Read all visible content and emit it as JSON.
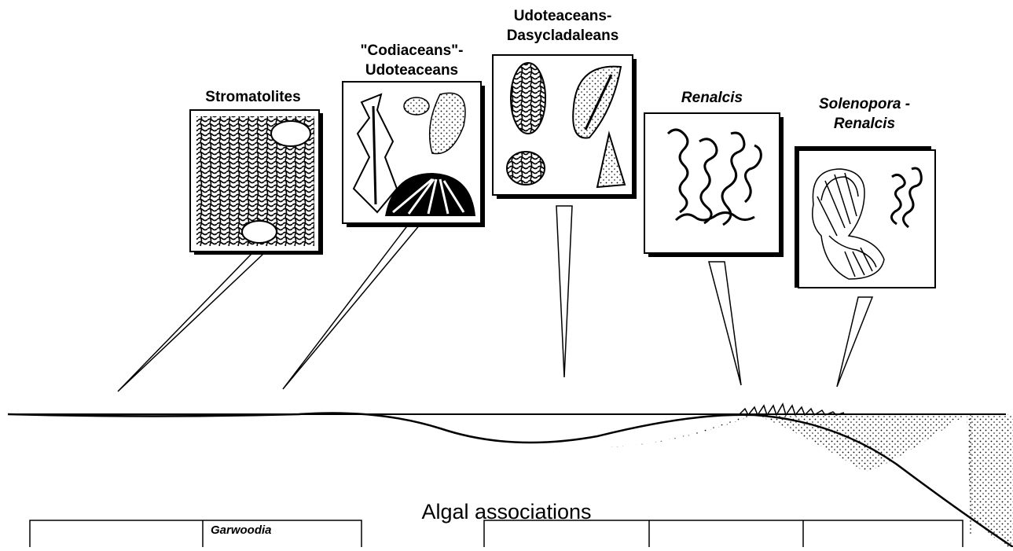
{
  "associations": [
    {
      "id": "stromatolites",
      "line1": "Stromatolites",
      "line2": "",
      "italic": false
    },
    {
      "id": "codiaceans",
      "line1": "\"Codiaceans\"-",
      "line2": "Udoteaceans",
      "italic": false
    },
    {
      "id": "udoteaceans",
      "line1": "Udoteaceans-",
      "line2": "Dasycladaleans",
      "italic": false
    },
    {
      "id": "renalcis",
      "line1": "Renalcis",
      "line2": "",
      "italic": true
    },
    {
      "id": "solenopora",
      "line1": "Solenopora -",
      "line2": "Renalcis",
      "italic": true
    }
  ],
  "caption": "Algal associations",
  "table_note": {
    "line1": "Garwoodia",
    "line2": ""
  }
}
